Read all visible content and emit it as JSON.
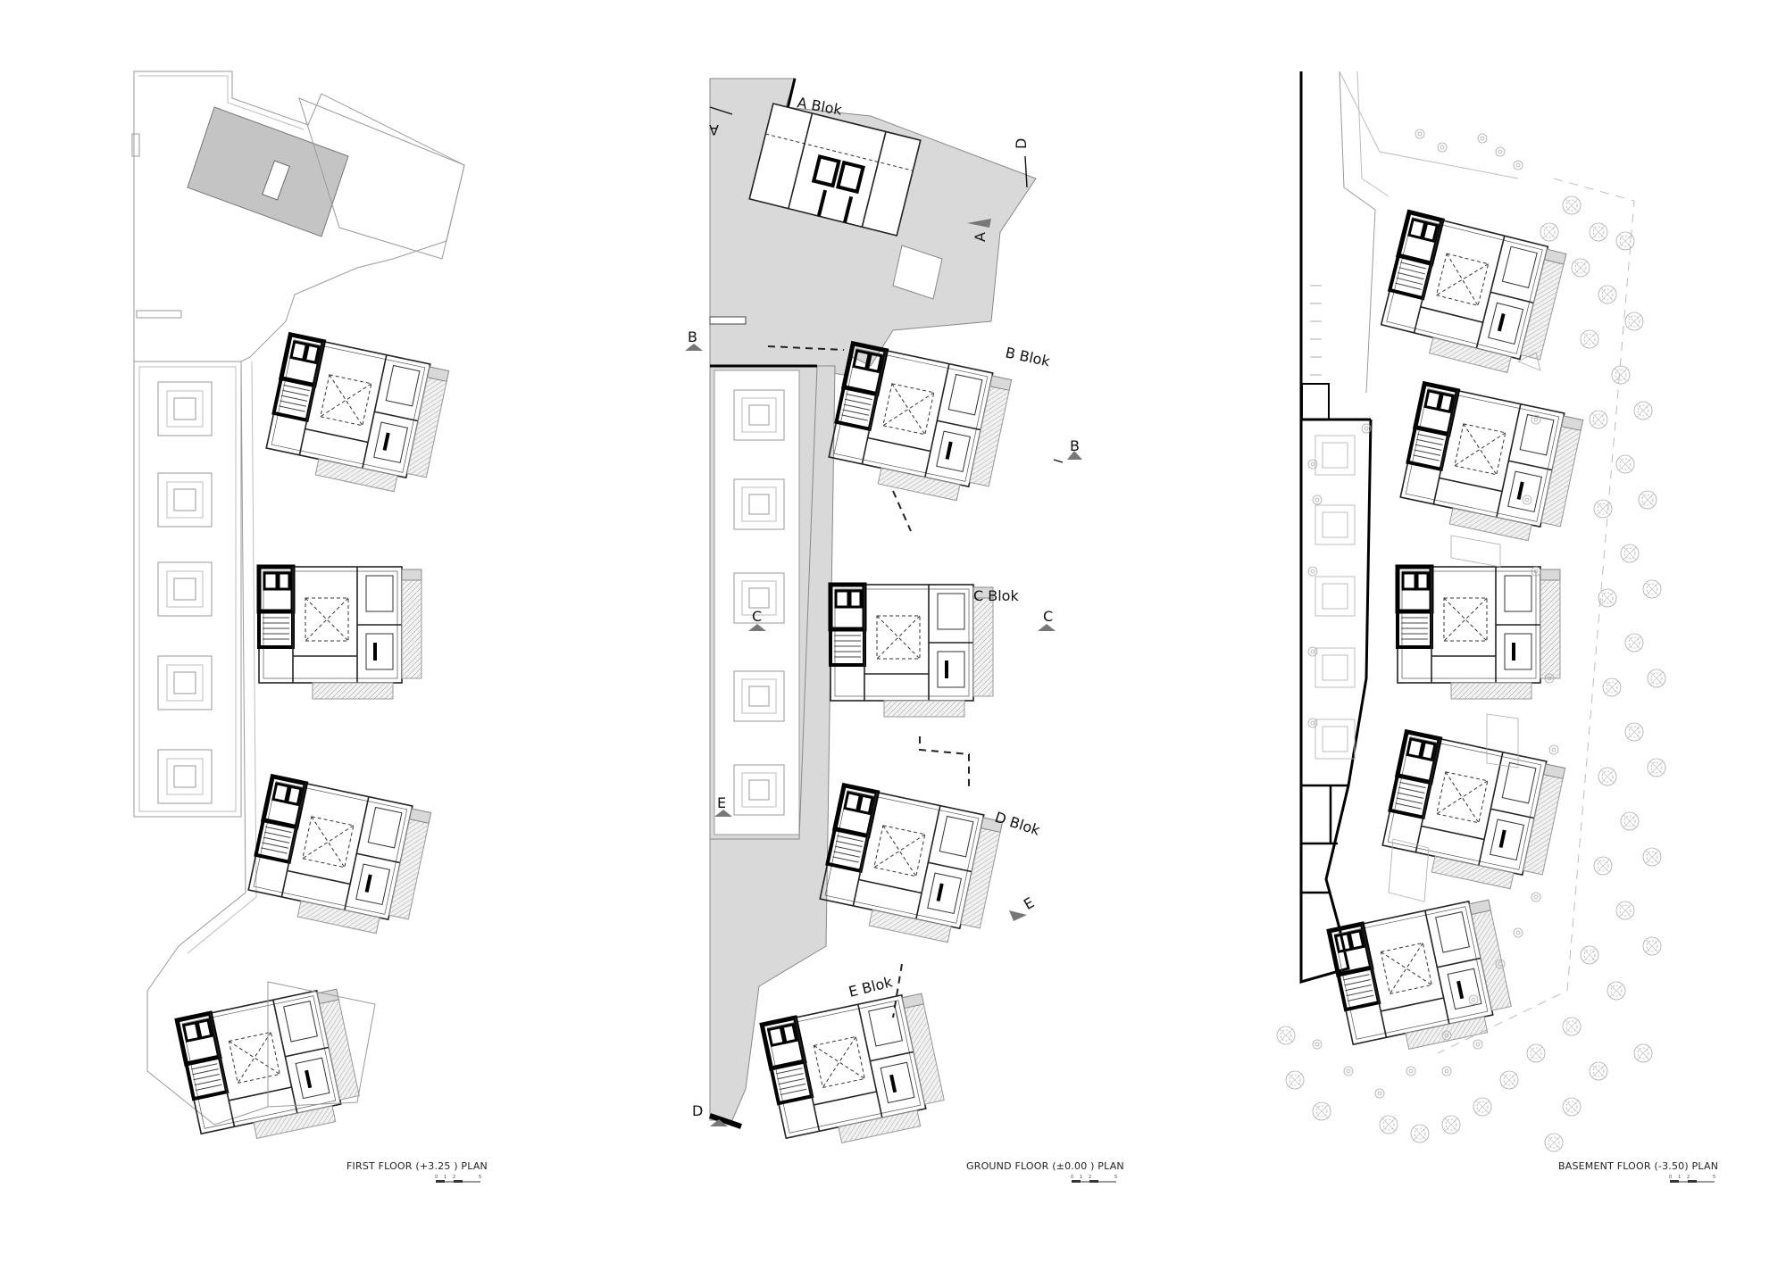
{
  "plans": [
    {
      "title": "FIRST FLOOR (+3.25 ) PLAN"
    },
    {
      "title": "GROUND FLOOR (±0.00 ) PLAN"
    },
    {
      "title": "BASEMENT FLOOR (-3.50) PLAN"
    }
  ],
  "scale_labels": [
    "0",
    "1",
    "2",
    "5"
  ],
  "blocks": {
    "a": "A Blok",
    "b": "B Blok",
    "c": "C Blok",
    "d": "D Blok",
    "e": "E Blok"
  },
  "section_markers": {
    "a_top": "A",
    "a_right": "A",
    "b_left": "B",
    "b_right": "B",
    "c_left": "C",
    "c_right": "C",
    "d_top": "D",
    "d_bottom": "D",
    "e_left": "E",
    "e_right": "E"
  }
}
